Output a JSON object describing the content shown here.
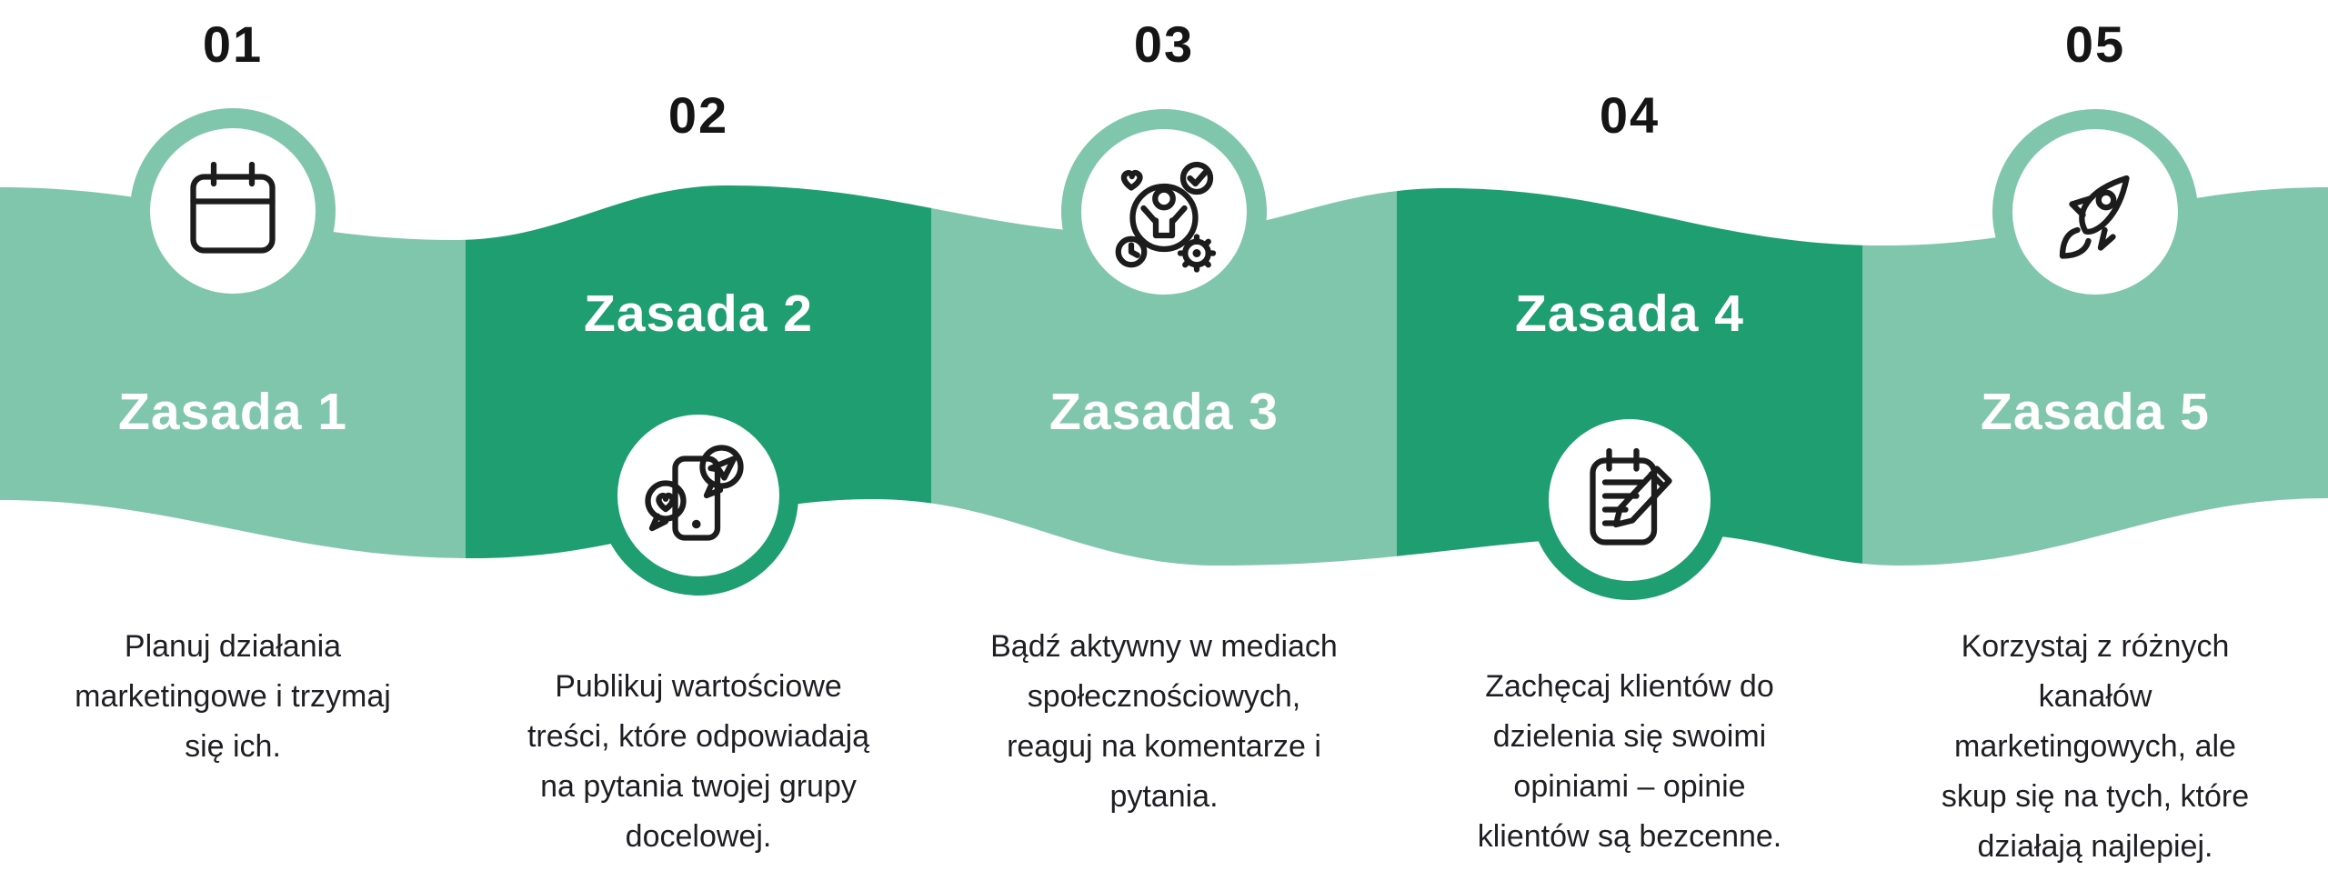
{
  "infographic": {
    "language": "pl",
    "colors": {
      "light_green": "#80C6AD",
      "dark_green": "#1E9E71",
      "text_dark": "#1F1F23",
      "number_black": "#151515",
      "title_white": "#FFFFFF",
      "background": "#FFFFFF"
    },
    "steps": [
      {
        "number": "01",
        "title": "Zasada 1",
        "icon": "calendar-icon",
        "variant": "light",
        "description": "Planuj działania\nmarketingowe i trzymaj\nsię ich."
      },
      {
        "number": "02",
        "title": "Zasada 2",
        "icon": "phone-chat-icon",
        "variant": "dark",
        "description": "Publikuj wartościowe\ntreści, które odpowiadają\nna pytania twojej grupy\ndocelowej."
      },
      {
        "number": "03",
        "title": "Zasada 3",
        "icon": "community-engagement-icon",
        "variant": "light",
        "description": "Bądź aktywny w mediach\nspołecznościowych,\nreaguj na komentarze i\npytania."
      },
      {
        "number": "04",
        "title": "Zasada 4",
        "icon": "notes-pencil-icon",
        "variant": "dark",
        "description": "Zachęcaj klientów do\ndzielenia się swoimi\nopiniami – opinie\nklientów są bezcenne."
      },
      {
        "number": "05",
        "title": "Zasada 5",
        "icon": "rocket-icon",
        "variant": "light",
        "description": "Korzystaj z różnych\nkanałów\nmarketingowych, ale\nskup się na tych, które\ndziałają najlepiej."
      }
    ]
  }
}
